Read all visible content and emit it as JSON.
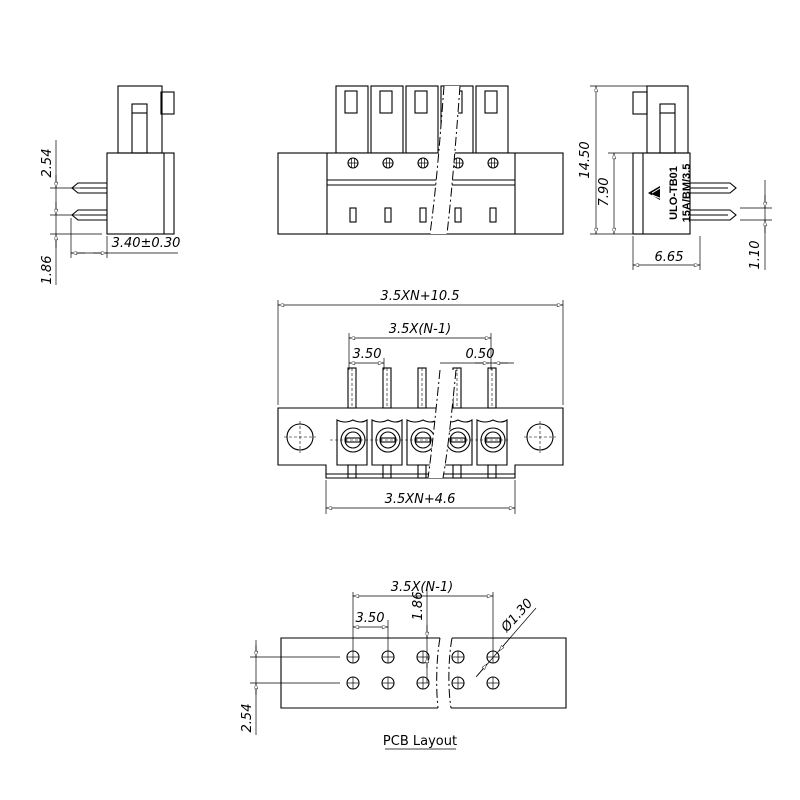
{
  "left_side_view": {
    "dim_pitch": "2.54",
    "dim_offset": "1.86",
    "dim_pin_length": "3.40±0.30"
  },
  "right_side_view": {
    "dim_height_total": "14.50",
    "dim_height_body": "7.90",
    "dim_width": "6.65",
    "dim_pin": "1.10",
    "logo_line1": "ULO-TB01",
    "logo_line2": "15A/BM/3.5"
  },
  "front_view": {
    "dim_overall": "3.5XN+10.5",
    "dim_span": "3.5X(N-1)",
    "dim_pitch": "3.50",
    "dim_pin": "0.50",
    "dim_bottom": "3.5XN+4.6"
  },
  "pcb_layout": {
    "title": "PCB Layout",
    "dim_span": "3.5X(N-1)",
    "dim_pitch": "3.50",
    "dim_offset": "1.86",
    "dim_hole": "Ø1.30",
    "dim_row": "2.54"
  }
}
